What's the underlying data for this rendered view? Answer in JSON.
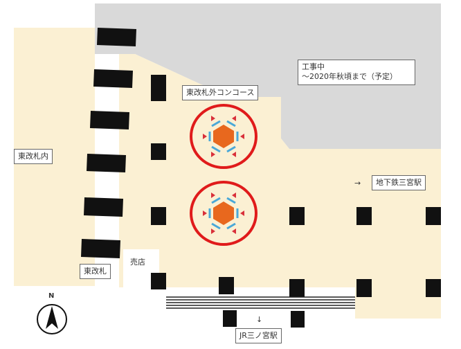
{
  "labels": {
    "inside_gate": "東改札内",
    "outside_concourse": "東改札外コンコース",
    "construction_title": "工事中",
    "construction_period": "～2020年秋頃まで（予定）",
    "subway_arrow": "→",
    "subway": "地下鉄三宮駅",
    "east_gate": "東改札",
    "shop": "売店",
    "jr_arrow": "↓",
    "jr": "JR三ノ宮駅",
    "north": "N"
  },
  "colors": {
    "floor": "#fbf0d3",
    "construction": "#d9d9d9",
    "pillar": "#111111",
    "highlight_ring": "#e01b1b",
    "kiosk": "#e8681e",
    "kiosk_panel": "#4aa8d8",
    "kiosk_marker": "#d9303a"
  }
}
